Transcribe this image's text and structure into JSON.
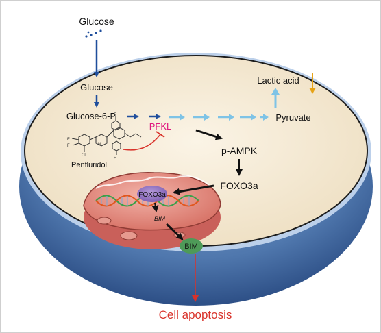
{
  "labels": {
    "glucose_outside": "Glucose",
    "glucose_inside": "Glucose",
    "glucose6p": "Glucose-6-P",
    "pfkl": "PFKL",
    "penfluridol": "Penfluridol",
    "pyruvate": "Pyruvate",
    "lactic_acid": "Lactic acid",
    "pampk": "p-AMPK",
    "foxo3a": "FOXO3a",
    "foxo3a_nuclear": "FOXO3a",
    "bim_gene": "BIM",
    "bim_protein": "BIM",
    "apoptosis": "Cell apoptosis"
  },
  "colors": {
    "cell_wall": "#4f77ad",
    "cytoplasm": "#f6ecd7",
    "nucleus": "#e69a8f",
    "foxo3a_blob": "#8f6fc0",
    "bim_protein": "#4e9a58",
    "pfkl_text": "#e0187f",
    "apoptosis_text": "#d9322a",
    "glucose_arrow": "#1f4e9c",
    "glycolysis_arrow": "#7ec3e6",
    "lactate_arrow": "#e6a317"
  }
}
